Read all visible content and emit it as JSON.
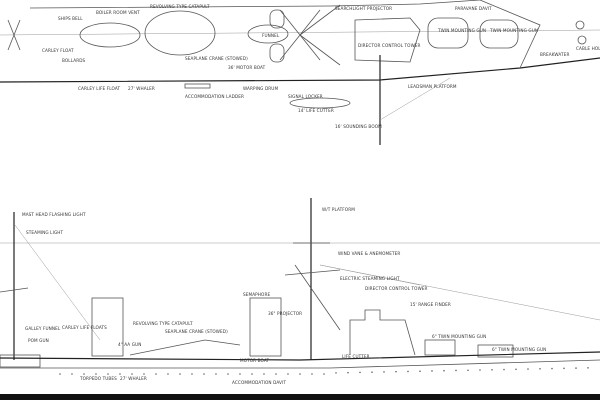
{
  "plan_view": {
    "labels": [
      "SHIPS BELL",
      "BOILER ROOM VENT",
      "REVOLVING TYPE CATAPULT",
      "FUNNEL",
      "CARLEY FLOAT",
      "BOLLARDS",
      "CARLEY LIFE FLOAT",
      "27' WHALER",
      "SEAPLANE CRANE (STOWED)",
      "36' MOTOR BOAT",
      "ACCOMMODATION LADDER",
      "WARPING DRUM",
      "SIGNAL LOCKER",
      "14' LIFE CUTTER",
      "16' SOUNDING BOOM",
      "DIRECTOR CONTROL TOWER",
      "TWIN MOUNTING GUN",
      "TWIN MOUNTING GUN",
      "BREAKWATER",
      "LEADSMAN PLATFORM",
      "CABLE HOLDER",
      "SEARCHLIGHT PROJECTOR",
      "PARAVANE DAVIT"
    ]
  },
  "profile_view": {
    "labels": [
      "MAST HEAD FLASHING LIGHT",
      "STEAMING LIGHT",
      "GALLEY FUNNEL",
      "POM GUN",
      "CARLEY LIFE FLOATS",
      "REVOLVING TYPE CATAPULT",
      "SEAPLANE CRANE (STOWED)",
      "4\" AA GUN",
      "SEMAPHORE",
      "36\" PROJECTOR",
      "MOTOR BOAT",
      "LIFE CUTTER",
      "TORPEDO TUBES",
      "27' WHALER",
      "ACCOMMODATION DAVIT",
      "W/T PLATFORM",
      "WIND VANE & ANEMOMETER",
      "ELECTRIC STEAMING LIGHT",
      "DIRECTOR CONTROL TOWER",
      "15' RANGE FINDER",
      "6\" TWIN MOUNTING GUN",
      "6\" TWIN MOUNTING GUN"
    ]
  }
}
